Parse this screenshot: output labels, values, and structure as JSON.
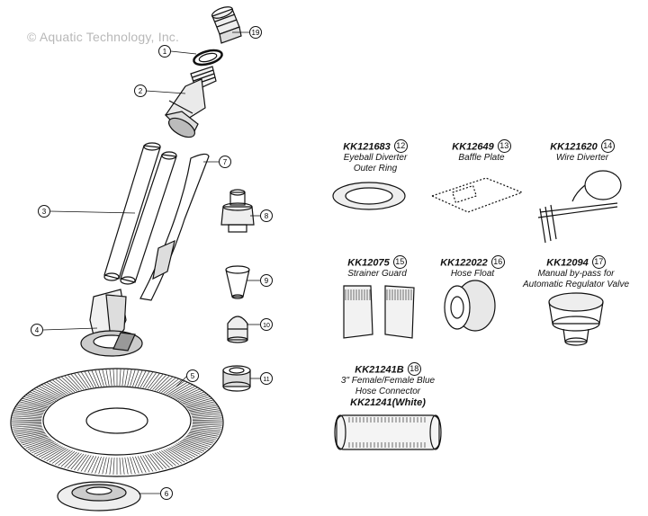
{
  "copyright": "© Aquatic Technology, Inc.",
  "callouts": [
    "1",
    "2",
    "3",
    "4",
    "5",
    "6",
    "7",
    "8",
    "9",
    "10",
    "11",
    "19"
  ],
  "parts": {
    "p12": {
      "code": "KK121683",
      "num": "12",
      "desc1": "Eyeball Diverter",
      "desc2": "Outer Ring"
    },
    "p13": {
      "code": "KK12649",
      "num": "13",
      "desc1": "Baffle Plate",
      "desc2": ""
    },
    "p14": {
      "code": "KK121620",
      "num": "14",
      "desc1": "Wire Diverter",
      "desc2": ""
    },
    "p15": {
      "code": "KK12075",
      "num": "15",
      "desc1": "Strainer Guard",
      "desc2": ""
    },
    "p16": {
      "code": "KK122022",
      "num": "16",
      "desc1": "Hose Float",
      "desc2": ""
    },
    "p17": {
      "code": "KK12094",
      "num": "17",
      "desc1": "Manual by-pass for",
      "desc2": "Automatic Regulator Valve"
    },
    "p18": {
      "code": "KK21241B",
      "num": "18",
      "desc1": "3\" Female/Female Blue",
      "desc2": "Hose Connector",
      "code2": "KK21241(White)"
    }
  }
}
